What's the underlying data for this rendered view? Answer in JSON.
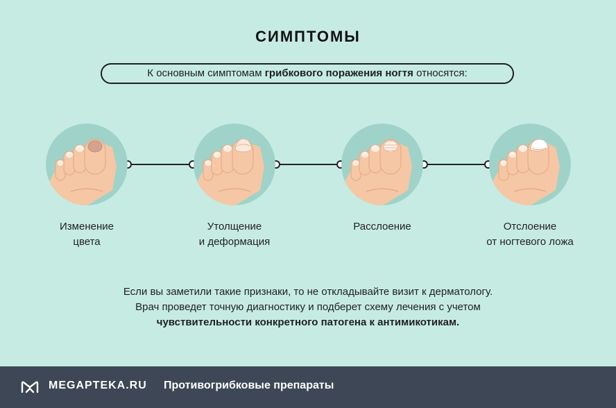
{
  "title": "СИМПТОМЫ",
  "intro": {
    "before": "К основным симптомам ",
    "bold": "грибкового поражения ногтя",
    "after": " относятся:"
  },
  "symptoms": [
    {
      "line1": "Изменение",
      "line2": "цвета",
      "icon": "toe-discolored-nail-icon"
    },
    {
      "line1": "Утолщение",
      "line2": "и деформация",
      "icon": "toe-thickened-nail-icon"
    },
    {
      "line1": "Расслоение",
      "line2": "",
      "icon": "toe-layered-nail-icon"
    },
    {
      "line1": "Отслоение",
      "line2": "от ногтевого ложа",
      "icon": "toe-detached-nail-icon"
    }
  ],
  "note": {
    "line1": "Если вы заметили такие признаки, то не откладывайте визит к дерматологу.",
    "line2": "Врач проведет точную диагностику и подберет схему лечения с учетом",
    "line3": "чувствительности конкретного патогена к антимикотикам."
  },
  "footer": {
    "brand": "MEGAPTEKA.RU",
    "link": "Противогрибковые препараты",
    "logo_icon": "megapteka-logo-icon"
  },
  "colors": {
    "background": "#c6ebe3",
    "circle": "#9fd3c9",
    "skin": "#f5c7a5",
    "footer": "#3d4755"
  }
}
